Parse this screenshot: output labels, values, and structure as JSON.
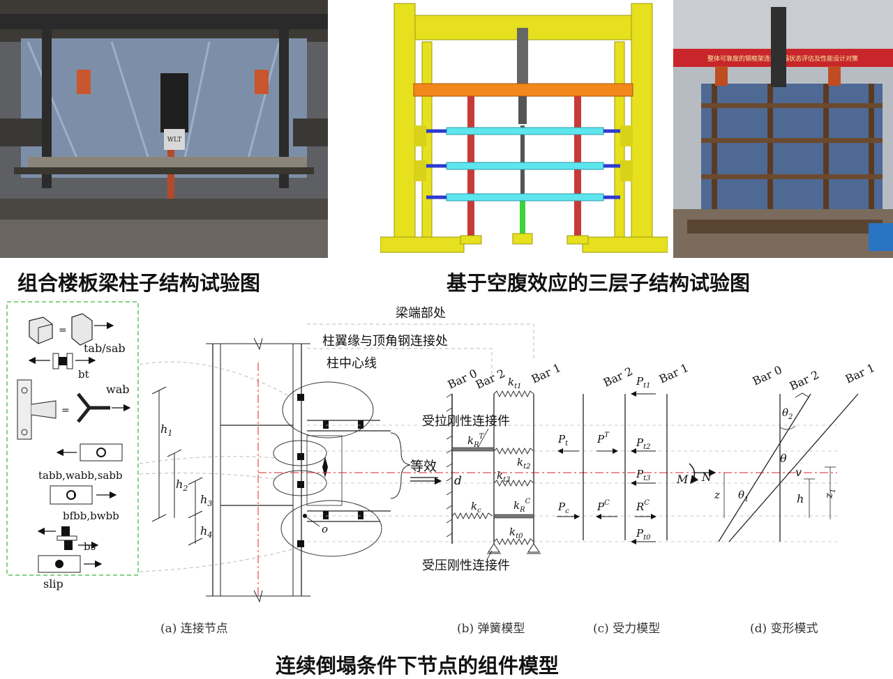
{
  "captions": {
    "top_left": "组合楼板梁柱子结构试验图",
    "top_right": "基于空腹效应的三层子结构试验图",
    "bottom": "连续倒塌条件下节点的组件模型"
  },
  "photo1": {
    "label": "WLT"
  },
  "photo3": {
    "banner": "整体可靠度的钢框架连续倒塌状态评估及性能设计对策"
  },
  "legend": {
    "tab_sab": "tab/sab",
    "bt": "bt",
    "wab": "wab",
    "tabb": "tabb,wabb,sabb",
    "bfbb": "bfbb,bwbb",
    "bs": "bs",
    "slip": "slip"
  },
  "panel_a": {
    "beam_end": "梁端部处",
    "flange_angle": "柱翼缘与顶角钢连接处",
    "center_line": "柱中心线",
    "h1": "h",
    "h1_sub": "1",
    "h2": "h",
    "h2_sub": "2",
    "h3": "h",
    "h3_sub": "3",
    "h4": "h",
    "h4_sub": "4",
    "o": "o",
    "equivalent": "等效"
  },
  "panel_b": {
    "bar0": "Bar 0",
    "bar2": "Bar 2",
    "bar1": "Bar 1",
    "kt1": "k",
    "kt1_sub": "t1",
    "tension_link": "受拉刚性连接件",
    "kRT": "k",
    "kRT_sub": "R",
    "kRT_sup": "T",
    "kt2": "k",
    "kt2_sub": "t2",
    "d": "d",
    "kt3": "k",
    "kt3_sub": "t3",
    "kc": "k",
    "kc_sub": "c",
    "kRC": "k",
    "kRC_sub": "R",
    "kRC_sup": "C",
    "kt0": "k",
    "kt0_sub": "t0",
    "compression_link": "受压刚性连接件"
  },
  "panel_c": {
    "bar2": "Bar 2",
    "bar1": "Bar 1",
    "Pt1": "P",
    "Pt1_sub": "t1",
    "Pt": "P",
    "Pt_sub": "t",
    "PT": "P",
    "PT_sup": "T",
    "Pt2": "P",
    "Pt2_sub": "t2",
    "Pt3": "P",
    "Pt3_sub": "t3",
    "Pc": "P",
    "Pc_sub": "c",
    "PC": "P",
    "PC_sup": "C",
    "RC": "R",
    "RC_sup": "C",
    "Pt0": "P",
    "Pt0_sub": "t0",
    "M": "M",
    "N": "N"
  },
  "panel_d": {
    "bar0": "Bar 0",
    "bar2": "Bar 2",
    "bar1": "Bar 1",
    "theta2": "θ",
    "theta2_sub": "2",
    "theta": "θ",
    "v": "v",
    "theta1": "θ",
    "theta1_sub": "1",
    "z": "z",
    "h": "h",
    "z1": "z",
    "z1_sub": "1"
  },
  "sub_captions": {
    "a": "(a) 连接节点",
    "b": "(b) 弹簧模型",
    "c": "(c) 受力模型",
    "d": "(d) 变形模式"
  }
}
